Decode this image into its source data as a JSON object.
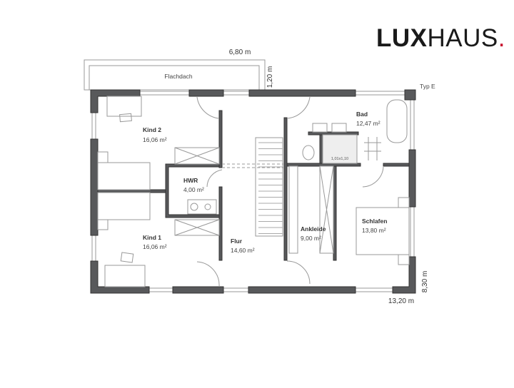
{
  "logo": {
    "bold": "LUX",
    "light": "HAUS",
    "dot": ".",
    "accent_color": "#c8102e"
  },
  "plan": {
    "type_label": "Typ E",
    "dimensions": {
      "width_total": "13,20 m",
      "depth_total": "8,30 m",
      "roof_width": "6,80 m",
      "roof_depth": "1,20 m"
    },
    "flat_roof": "Flachdach",
    "shower_size": "1,01x1,10",
    "rooms": [
      {
        "name": "Kind 2",
        "area": "16,06 m²"
      },
      {
        "name": "HWR",
        "area": "4,00 m²"
      },
      {
        "name": "Kind 1",
        "area": "16,06 m²"
      },
      {
        "name": "Flur",
        "area": "14,60 m²"
      },
      {
        "name": "Ankleide",
        "area": "9,00 m²"
      },
      {
        "name": "Bad",
        "area": "12,47 m²"
      },
      {
        "name": "Schlafen",
        "area": "13,80 m²"
      }
    ],
    "wall_color": "#58595b"
  }
}
